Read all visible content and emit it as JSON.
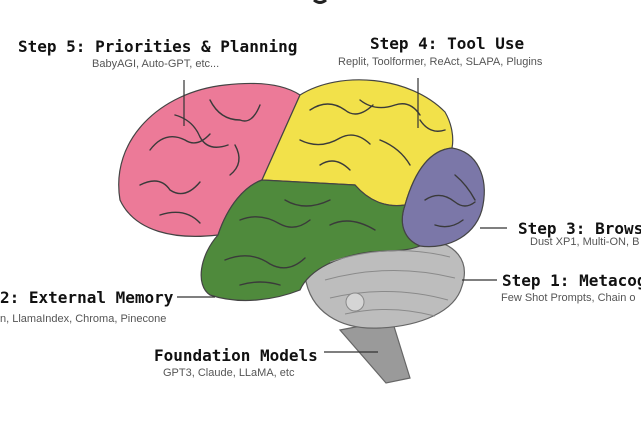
{
  "labels": {
    "step5": {
      "title": "Step 5: Priorities & Planning",
      "subtitle": "BabyAGI, Auto-GPT, etc..."
    },
    "step4": {
      "title": "Step 4: Tool Use",
      "subtitle": "Replit, Toolformer, ReAct, SLAPA, Plugins"
    },
    "step3": {
      "title": "Step 3: Brows",
      "subtitle": "Dust XP1, Multi-ON, B"
    },
    "step1": {
      "title": "Step 1: Metacog",
      "subtitle": "Few Shot Prompts, Chain o"
    },
    "step2": {
      "title": "2: External Memory",
      "subtitle": "n, LlamaIndex, Chroma, Pinecone"
    },
    "foundation": {
      "title": "Foundation Models",
      "subtitle": "GPT3, Claude, LLaMA, etc"
    }
  },
  "colors": {
    "frontal": "#ec7a98",
    "parietal": "#f2e14a",
    "occipital": "#7b77a8",
    "temporal": "#4f8a3c",
    "cerebellum": "#bdbdbd",
    "brainstem": "#9a9a9a",
    "sulci": "#3a3a3a",
    "connector": "#333333"
  }
}
